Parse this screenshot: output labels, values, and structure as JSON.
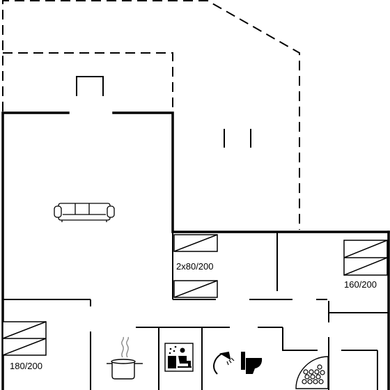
{
  "floor_plan": {
    "rooms": {
      "bedroom_twin": {
        "bed_label": "2x80/200"
      },
      "bedroom_right": {
        "bed_label": "160/200"
      },
      "bedroom_left": {
        "bed_label": "180/200"
      }
    },
    "icons": [
      "sofa-icon",
      "cooking-pot-icon",
      "sauna-icon",
      "shower-icon",
      "toilet-icon",
      "whirlpool-icon",
      "fireplace-icon"
    ],
    "colors": {
      "wall": "#000000",
      "background": "#ffffff"
    }
  }
}
